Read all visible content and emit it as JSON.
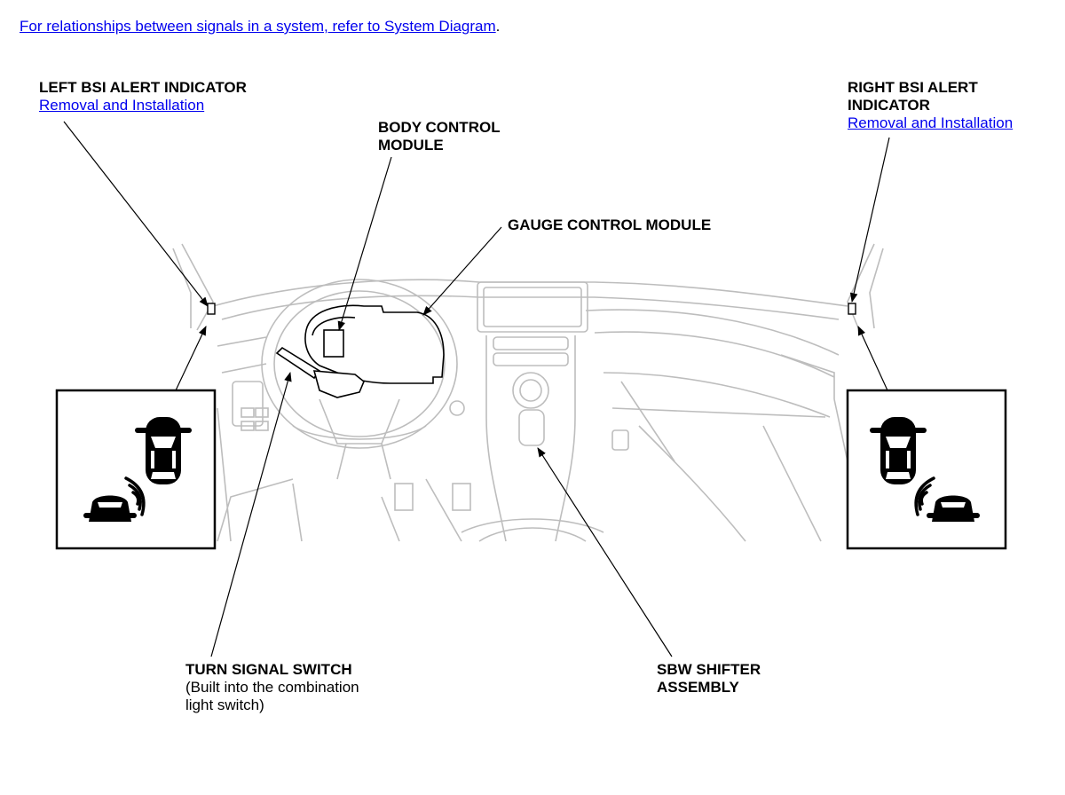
{
  "intro": {
    "text_before": "For relationships between signals in a system, refer to System Diagram",
    "text_after": "."
  },
  "labels": {
    "left_bsi": {
      "title": "LEFT BSI ALERT INDICATOR",
      "link": "Removal and Installation"
    },
    "right_bsi": {
      "title_line1": "RIGHT BSI ALERT",
      "title_line2": "INDICATOR",
      "link": "Removal and Installation"
    },
    "body_control": {
      "line1": "BODY CONTROL",
      "line2": "MODULE"
    },
    "gauge_control": {
      "title": "GAUGE CONTROL MODULE"
    },
    "turn_signal": {
      "title": "TURN SIGNAL SWITCH",
      "sub1": "(Built into the combination",
      "sub2": "light switch)"
    },
    "sbw_shifter": {
      "line1": "SBW SHIFTER",
      "line2": "ASSEMBLY"
    }
  }
}
